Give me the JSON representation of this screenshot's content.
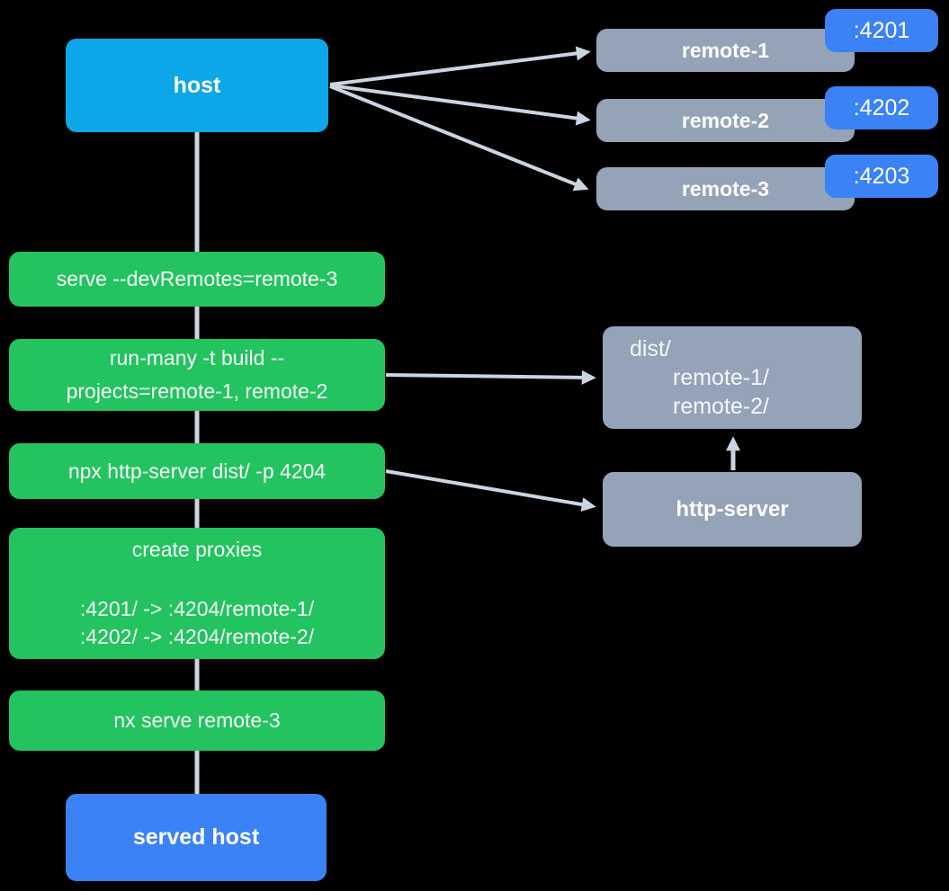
{
  "diagram": {
    "title": "nx module federation host serve flow",
    "colors": {
      "background": "#000000",
      "host_node": "#0da6e9",
      "command_node": "#23c360",
      "remote_node": "#94a3b8",
      "port_badge": "#3b82f6",
      "served_host_node": "#3b82f6",
      "connector": "#cbd5e1",
      "text": "#ffffff"
    },
    "host": {
      "label": "host"
    },
    "remote1": {
      "label": "remote-1",
      "port": ":4201"
    },
    "remote2": {
      "label": "remote-2",
      "port": ":4202"
    },
    "remote3": {
      "label": "remote-3",
      "port": ":4203"
    },
    "cmd_serve": {
      "label": "serve --devRemotes=remote-3"
    },
    "cmd_build": {
      "line1": "run-many -t build --",
      "line2": "projects=remote-1, remote-2"
    },
    "cmd_http": {
      "label": "npx http-server dist/ -p 4204"
    },
    "cmd_proxies": {
      "title": "create proxies",
      "line1": ":4201/ -> :4204/remote-1/",
      "line2": ":4202/ -> :4204/remote-2/"
    },
    "cmd_nx_serve": {
      "label": "nx serve remote-3"
    },
    "dist": {
      "title": "dist/",
      "line1": "remote-1/",
      "line2": "remote-2/"
    },
    "http_server": {
      "label": "http-server"
    },
    "served_host": {
      "label": "served host"
    },
    "edges": [
      "host -> remote-1",
      "host -> remote-2",
      "host -> remote-3",
      "host -> serve --devRemotes=remote-3 -> run-many -> npx http-server -> create proxies -> nx serve remote-3 -> served host",
      "run-many -t build -> dist/",
      "npx http-server -> http-server",
      "http-server -> dist/"
    ]
  }
}
